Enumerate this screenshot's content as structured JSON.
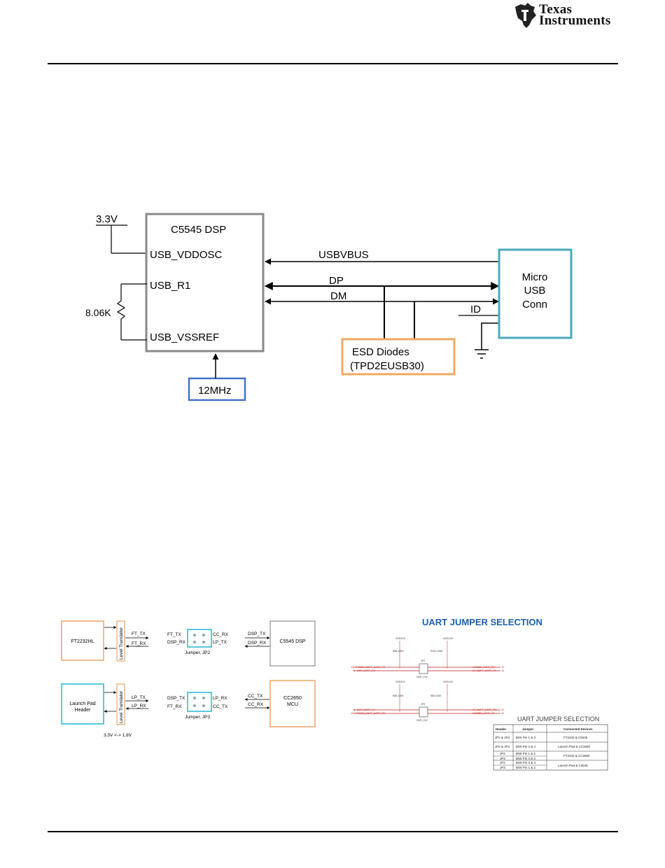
{
  "header": {
    "logo_line1": "Texas",
    "logo_line2": "Instruments"
  },
  "usb_diagram": {
    "supply_label": "3.3V",
    "dsp_title": "C5545 DSP",
    "pin_vddosc": "USB_VDDOSC",
    "pin_r1": "USB_R1",
    "pin_vssref": "USB_VSSREF",
    "resistor_label": "8.06K",
    "clock_label": "12MHz",
    "signal_vbus": "USBVBUS",
    "signal_dp": "DP",
    "signal_dm": "DM",
    "signal_id": "ID",
    "conn_line1": "Micro",
    "conn_line2": "USB",
    "conn_line3": "Conn",
    "esd_line1": "ESD Diodes",
    "esd_line2": "(TPD2EUSB30)",
    "colors": {
      "dsp_border": "#8a8a8a",
      "conn_border": "#4aaab8",
      "esd_border": "#f0a860",
      "clock_border": "#4472c4"
    }
  },
  "uart_block": {
    "ft_chip": "FT2232HL",
    "level_translator": "Level Translator",
    "ft_tx": "FT_TX",
    "ft_rx": "FT_RX",
    "jp2_left_top": "FT_TX",
    "jp2_left_bot": "DSP_RX",
    "jp2_right_top": "CC_RX",
    "jp2_right_bot": "LP_TX",
    "jp2_caption": "Jumper, JP2",
    "dsp_tx": "DSP_TX",
    "dsp_rx": "DSP_RX",
    "dsp_box": "C5545   DSP",
    "lp_header_line1": "Launch Pad",
    "lp_header_line2": "Header",
    "lp_tx": "LP_TX",
    "lp_rx": "LP_RX",
    "jp3_left_top": "DSP_TX",
    "jp3_left_bot": "FT_RX",
    "jp3_right_top": "LP_RX",
    "jp3_right_bot": "CC_TX",
    "jp3_caption": "Jumper, JP3",
    "cc_tx": "CC_TX",
    "cc_rx": "CC_RX",
    "cc_line1": "CC2650",
    "cc_line2": "MCU",
    "voltage_note": "3.3V <-> 1.8V"
  },
  "uart_schematic": {
    "title": "UART JUMPER SELECTION",
    "vdd_label": "VDD3V3",
    "vdd_label_b": "VDD1V8",
    "r_top_left": "R88 100K",
    "r_top_right": "R121 100K",
    "r_bot_left": "R86 100K",
    "r_bot_right": "R89 100K",
    "jp2": "JP2",
    "jp3": "JP3",
    "hdr": "HDR_2X2",
    "net1_left": "FT2232_BUFF_UART_TX",
    "net2_left": "DSP_UART_RX",
    "net1_right": "CC2650_UART_RX",
    "net2_right": "LP_BUFF_UART_TX",
    "net3_left": "DSP_UART_TX",
    "net4_left": "FT2232_BUFF_UART_RX",
    "net3_right": "LP_BUFF_UART_RX",
    "net4_right": "CC2650_UART_TX",
    "pin_marks": [
      "12",
      "8",
      "11",
      "11",
      "8",
      "12",
      "11",
      "11"
    ],
    "table_title": "UART JUMPER SELECTION",
    "table_headers": [
      "Header",
      "Jumper",
      "Connected Devices"
    ],
    "table_rows": [
      [
        "JP2 & JP3",
        "B/W Pin 1 & 3",
        "FT2232 & C5545"
      ],
      [
        "JP2 & JP3",
        "B/W Pin 2 & 4",
        "Launch Pad & CC2650"
      ],
      [
        "JP2",
        "B/W Pin 1 & 2",
        "FT2232 & CC2650"
      ],
      [
        "JP3",
        "B/W Pin 3 & 4",
        ""
      ],
      [
        "JP2",
        "B/W Pin 3 & 4",
        "Launch Pad & C5545"
      ],
      [
        "JP3",
        "B/W Pin 1 & 2",
        ""
      ]
    ]
  }
}
